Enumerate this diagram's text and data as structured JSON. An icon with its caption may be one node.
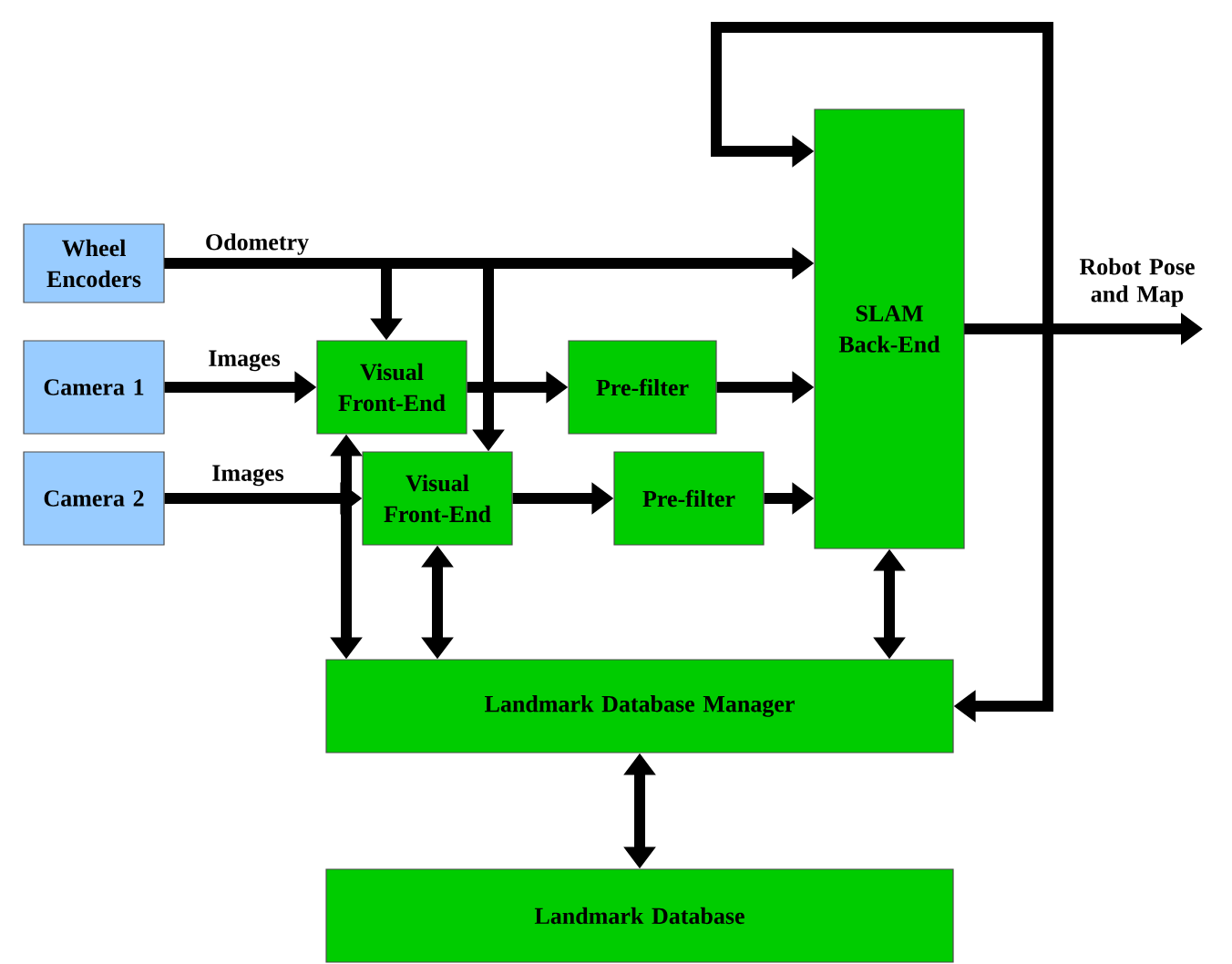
{
  "diagram": {
    "nodes": [
      {
        "text": [
          "Wheel Encoders"
        ]
      },
      {
        "text": [
          "Camera 1"
        ]
      },
      {
        "text": [
          "Camera 2"
        ]
      },
      {
        "text": [
          "Visual Front-End"
        ]
      },
      {
        "text": [
          "Pre-filter"
        ]
      },
      {
        "text": [
          "Visual Front-End"
        ]
      },
      {
        "text": [
          "Pre-filter"
        ]
      },
      {
        "text": [
          "SLAM Back-End"
        ]
      },
      {
        "text": [
          "Landmark Database Manager"
        ]
      },
      {
        "text": [
          "Landmark Database"
        ]
      }
    ],
    "edges": [
      {
        "from": 0,
        "to": 7,
        "arrow": "to",
        "label": "Odometry"
      },
      {
        "from": 0,
        "to": 3,
        "arrow": "to"
      },
      {
        "from": 0,
        "to": 5,
        "arrow": "to"
      },
      {
        "from": 1,
        "to": 3,
        "arrow": "to",
        "label": "Images"
      },
      {
        "from": 2,
        "to": 5,
        "arrow": "to",
        "label": "Images"
      },
      {
        "from": 3,
        "to": 4,
        "arrow": "to"
      },
      {
        "from": 4,
        "to": 7,
        "arrow": "to"
      },
      {
        "from": 5,
        "to": 6,
        "arrow": "to"
      },
      {
        "from": 6,
        "to": 7,
        "arrow": "to"
      },
      {
        "from": 3,
        "to": 8,
        "arrow": "both"
      },
      {
        "from": 5,
        "to": 8,
        "arrow": "both"
      },
      {
        "from": 7,
        "to": 8,
        "arrow": "both"
      },
      {
        "from": 8,
        "to": 9,
        "arrow": "both"
      },
      {
        "from": 7,
        "to": null,
        "arrow": "to",
        "label": "Robot Pose and Map"
      },
      {
        "from": 7,
        "to": 7,
        "arrow": "to"
      },
      {
        "from": 7,
        "to": 8,
        "arrow": "to"
      }
    ]
  }
}
